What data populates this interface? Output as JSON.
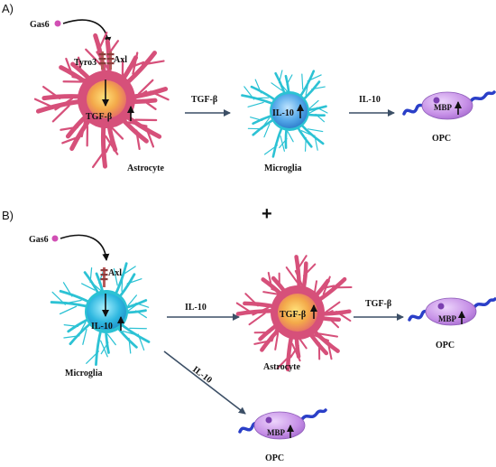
{
  "panel_a": {
    "label": "A)",
    "gas6": "Gas6",
    "tyro3": "Tyro3",
    "axl": "Axl",
    "astro_marker": "TGF-β",
    "astro_name": "Astrocyte",
    "arrow_to_microglia": "TGF-β",
    "micro_marker": "IL-10",
    "micro_name": "Microglia",
    "arrow_to_opc": "IL-10",
    "opc_marker": "MBP",
    "opc_name": "OPC"
  },
  "plus": "+",
  "panel_b": {
    "label": "B)",
    "gas6": "Gas6",
    "axl": "Axl",
    "micro_marker": "IL-10",
    "micro_name": "Microglia",
    "arrow_to_astro": "IL-10",
    "astro_marker": "TGF-β",
    "astro_name": "Astrocyte",
    "arrow_to_opc1": "TGF-β",
    "opc1_marker": "MBP",
    "opc1_name": "OPC",
    "arrow_to_opc2": "IL-10",
    "opc2_marker": "MBP",
    "opc2_name": "OPC"
  },
  "colors": {
    "astrocyte": "#d6507a",
    "microglia": "#2cc2d4",
    "opc_body": "#c58ee6",
    "opc_axon": "#2a3fc8",
    "nucleus_orange": "#f3a94a",
    "gas6_dot": "#d14fb4",
    "arrow": "#3c4f66"
  }
}
